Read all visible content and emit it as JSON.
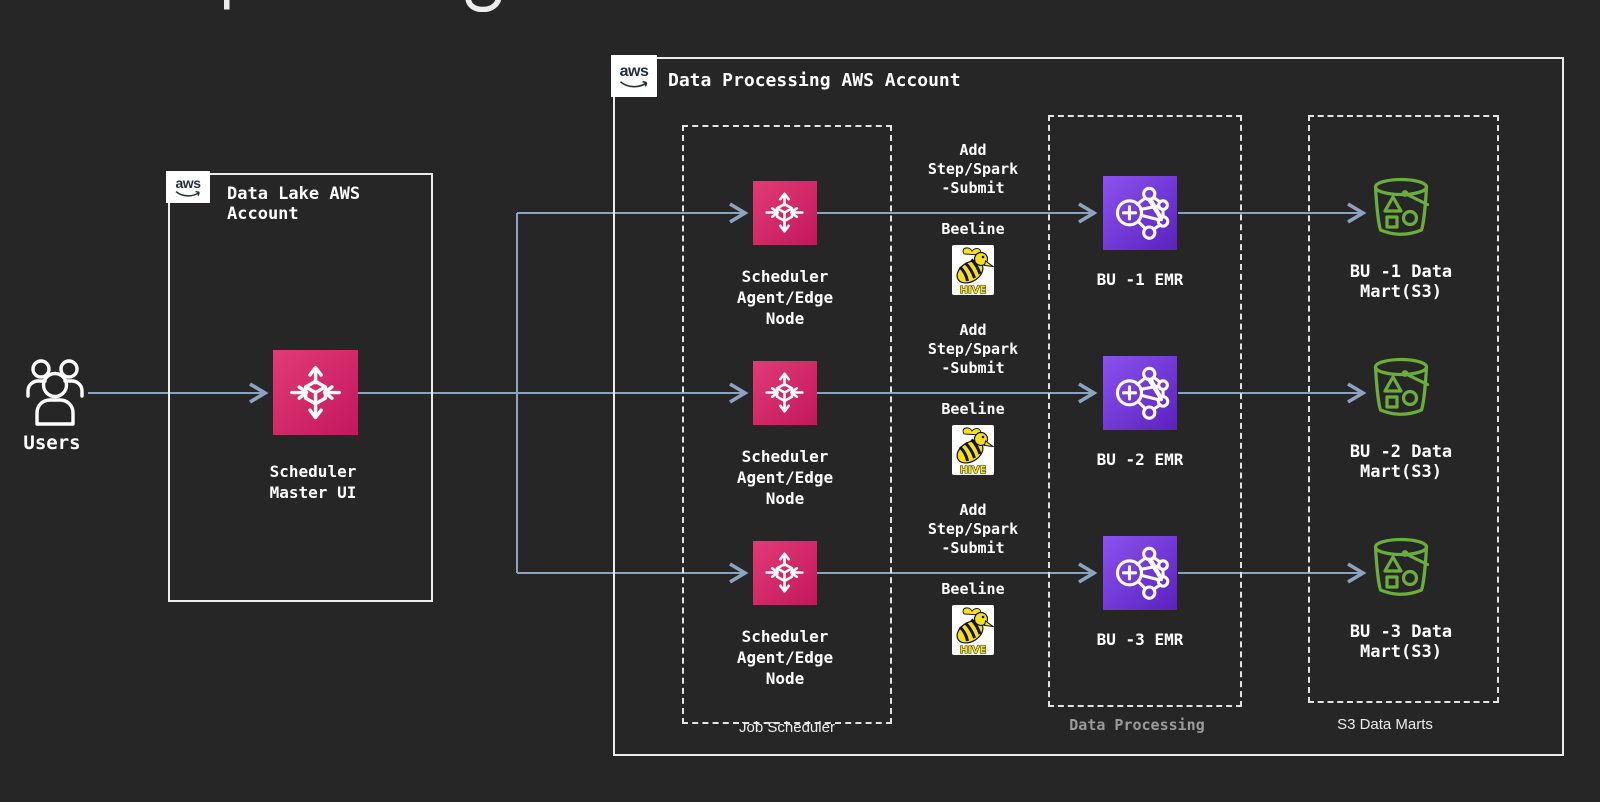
{
  "colors": {
    "background": "#262626",
    "arrow": "#8CA3BF",
    "agent_pink": "#D6246A",
    "emr_purple": "#7A3BE0",
    "s3_green": "#6CAE3C",
    "box_border": "#ECECEC",
    "muted_caption": "#9A9A9A",
    "hive_yellow": "#F7E017"
  },
  "users": {
    "label": "Users"
  },
  "data_lake_account": {
    "logo": "aws",
    "title_lines": [
      "Data Lake AWS",
      "Account"
    ],
    "master": {
      "label_lines": [
        "Scheduler",
        "Master UI"
      ]
    }
  },
  "processing_account": {
    "logo": "aws",
    "title": "Data Processing AWS Account",
    "captions": {
      "job_scheduler": "Job Scheduler",
      "data_processing": "Data Processing",
      "s3_data_marts": "S3 Data Marts"
    },
    "rows": [
      {
        "agent_lines": [
          "Scheduler",
          "Agent/Edge",
          "Node"
        ],
        "step_lines": [
          "Add",
          "Step/Spark",
          "-Submit"
        ],
        "beeline": "Beeline",
        "hive": "HIVE",
        "emr": "BU -1 EMR",
        "mart_lines": [
          "BU -1 Data",
          "Mart(S3)"
        ]
      },
      {
        "agent_lines": [
          "Scheduler",
          "Agent/Edge",
          "Node"
        ],
        "step_lines": [
          "Add",
          "Step/Spark",
          "-Submit"
        ],
        "beeline": "Beeline",
        "hive": "HIVE",
        "emr": "BU -2 EMR",
        "mart_lines": [
          "BU -2 Data",
          "Mart(S3)"
        ]
      },
      {
        "agent_lines": [
          "Scheduler",
          "Agent/Edge",
          "Node"
        ],
        "step_lines": [
          "Add",
          "Step/Spark",
          "-Submit"
        ],
        "beeline": "Beeline",
        "hive": "HIVE",
        "emr": "BU -3 EMR",
        "mart_lines": [
          "BU -3 Data",
          "Mart(S3)"
        ]
      }
    ]
  }
}
